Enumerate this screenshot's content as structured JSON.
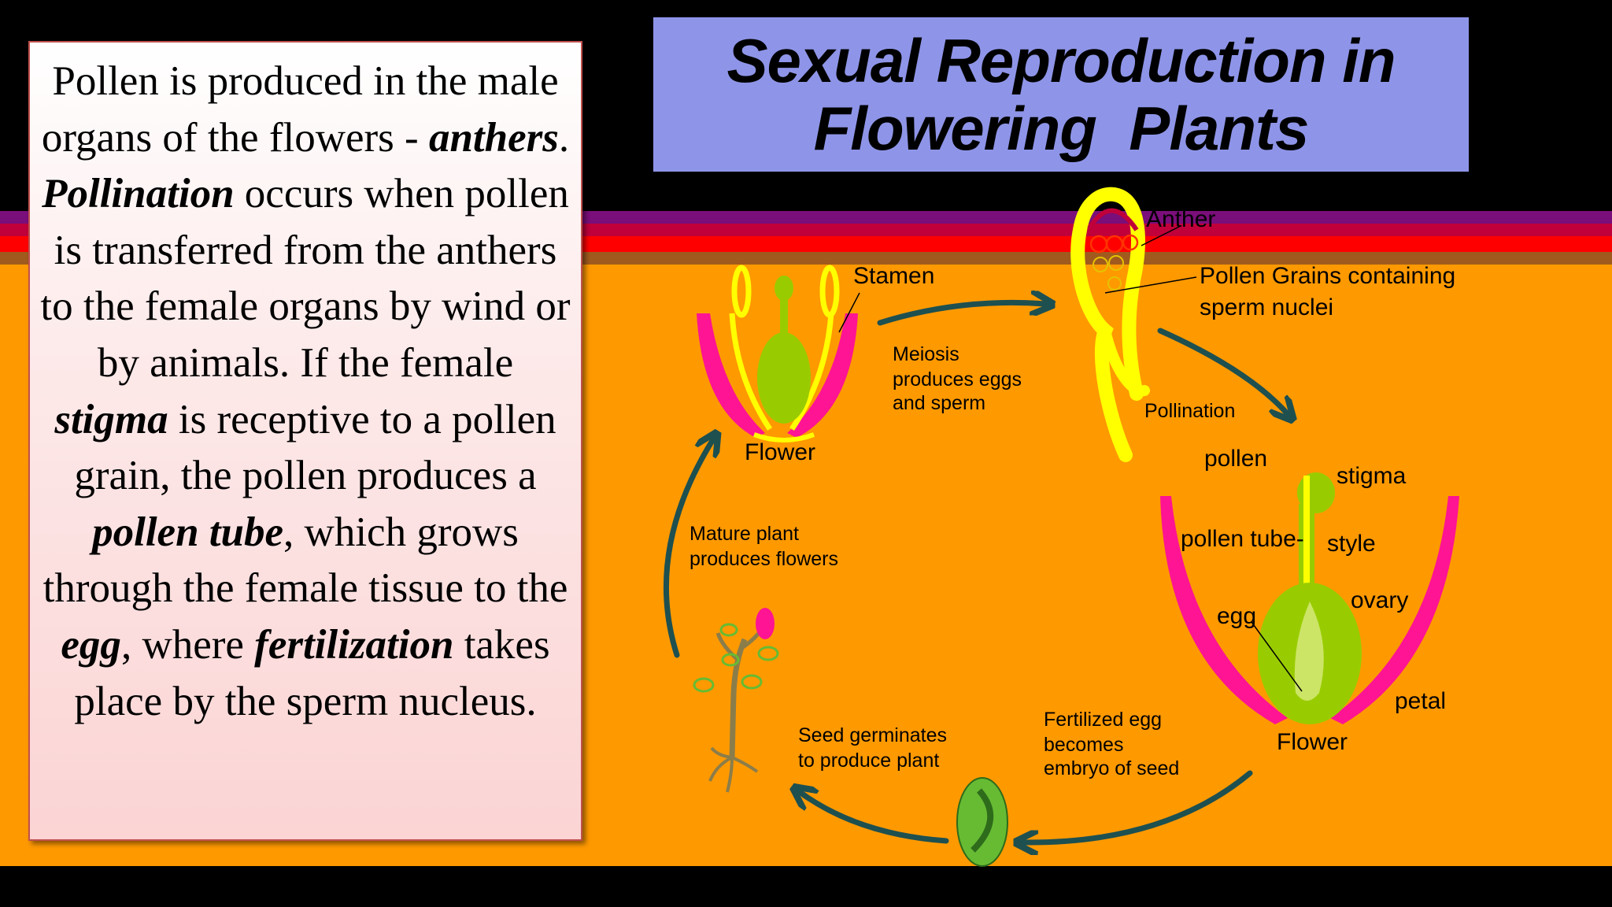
{
  "title": {
    "line1": "Sexual Reproduction in",
    "line2": "Flowering  Plants"
  },
  "paragraph": {
    "t1": "Pollen is produced in the male organs of the flowers - ",
    "t2": "anthers",
    "t3": ". ",
    "t4": "Pollination",
    "t5": " occurs when pollen is transferred from the anthers to the female organs by wind or by animals. If the female ",
    "t6": "stigma",
    "t7": " is receptive to a pollen grain, the pollen produces a ",
    "t8": "pollen tube",
    "t9": ", which grows through the female tissue to the ",
    "t10": "egg",
    "t11": ", where ",
    "t12": "fertilization",
    "t13": " takes place by the sperm nucleus."
  },
  "diagram": {
    "stamen": "Stamen",
    "flower_top": "Flower",
    "meiosis_1": "Meiosis",
    "meiosis_2": "produces eggs",
    "meiosis_3": "and sperm",
    "anther": "Anther",
    "pollen_grains_1": "Pollen Grains containing",
    "pollen_grains_2": "sperm nuclei",
    "pollination": "Pollination",
    "pollen": "pollen",
    "stigma": "stigma",
    "pollen_tube": "pollen tube-",
    "style": "style",
    "ovary": "ovary",
    "egg": "egg",
    "petal": "petal",
    "flower_bottom": "Flower",
    "fertilized_1": "Fertilized egg",
    "fertilized_2": "becomes",
    "fertilized_3": "embryo of seed",
    "seed_1": "Seed germinates",
    "seed_2": "to produce plant",
    "mature_1": "Mature plant",
    "mature_2": "produces flowers"
  },
  "colors": {
    "background": "#000000",
    "orange": "#FF9900",
    "title_box": "#8E95E8",
    "arrow": "#1E5050",
    "petal_pink": "#FF1493",
    "anther_yellow": "#FFFF00",
    "ovary_green": "#99CC00"
  }
}
